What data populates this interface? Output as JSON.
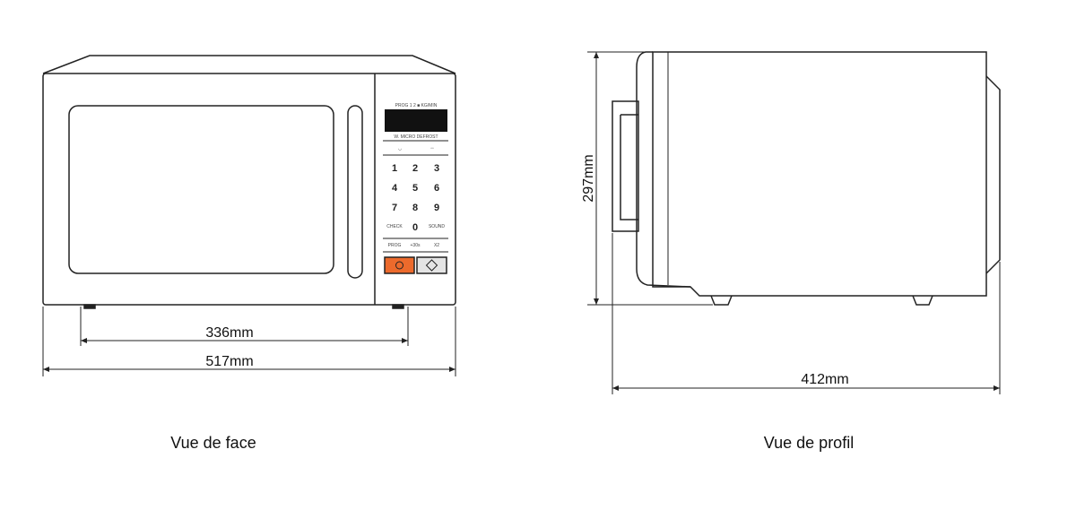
{
  "front_view": {
    "caption": "Vue de face",
    "dims": {
      "inner_width": "336mm",
      "total_width": "517mm"
    },
    "keypad": {
      "digits": [
        "1",
        "2",
        "3",
        "4",
        "5",
        "6",
        "7",
        "8",
        "9"
      ],
      "check": "CHECK",
      "zero": "0",
      "sound": "SOUND",
      "prog": "PROG",
      "plus30": "+30s",
      "x2": "X2"
    },
    "colors": {
      "stop_button": "#ec6a2c",
      "start_button": "#e4e4e4"
    }
  },
  "side_view": {
    "caption": "Vue de profil",
    "dims": {
      "height": "297mm",
      "depth": "412mm"
    }
  }
}
